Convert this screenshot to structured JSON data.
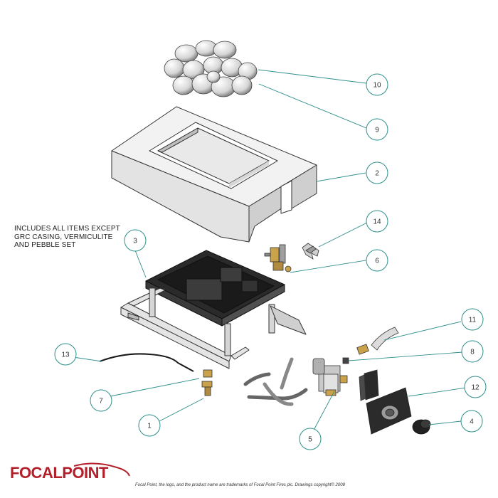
{
  "note": {
    "lines": [
      "INCLUDES ALL ITEMS EXCEPT",
      "GRC CASING, VERMICULITE",
      "AND PEBBLE SET"
    ]
  },
  "callouts": [
    "10",
    "9",
    "2",
    "3",
    "14",
    "6",
    "11",
    "8",
    "13",
    "7",
    "12",
    "1",
    "5",
    "4"
  ],
  "logo": {
    "text": "FOCALPOINT",
    "color": "#b3202a"
  },
  "footer": {
    "text": "Focal Point, the logo, and the product name are trademarks of Focal Point Fires plc. Drawings copyright© 2008"
  },
  "colors": {
    "leader": "#2e8f8a",
    "outline": "#333333",
    "part_dark": "#1a1a1a"
  }
}
